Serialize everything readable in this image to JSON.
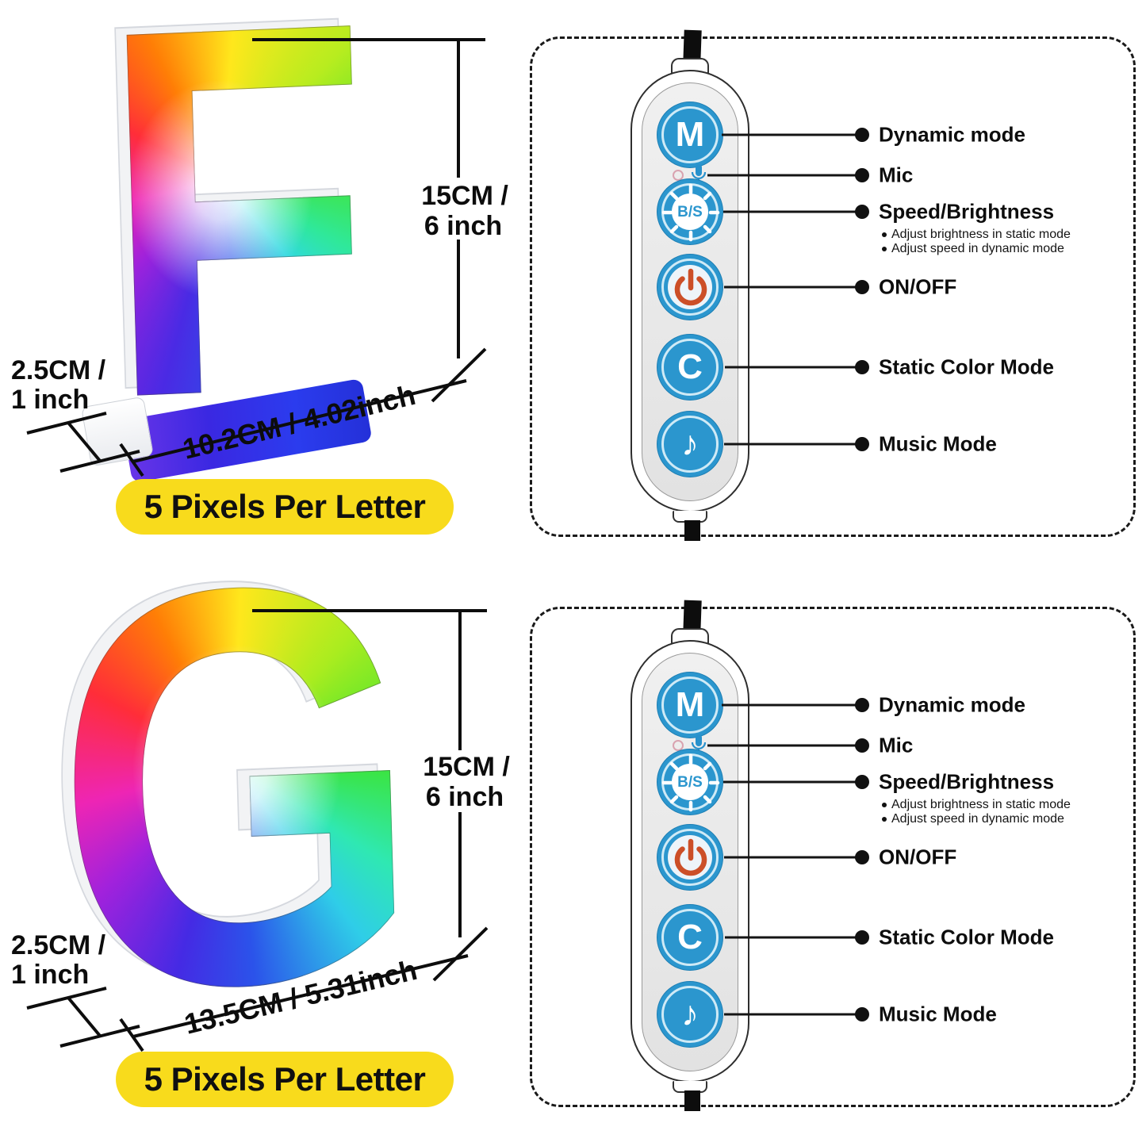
{
  "panels": {
    "letter_f": {
      "glyph": "F",
      "height": {
        "line1": "15CM /",
        "line2": "6 inch"
      },
      "depth": {
        "line1": "2.5CM /",
        "line2": "1 inch"
      },
      "width_label": "10.2CM / 4.02inch",
      "badge": "5 Pixels Per Letter"
    },
    "letter_g": {
      "glyph": "G",
      "height": {
        "line1": "15CM /",
        "line2": "6 inch"
      },
      "depth": {
        "line1": "2.5CM /",
        "line2": "1 inch"
      },
      "width_label": "13.5CM / 5.31inch",
      "badge": "5 Pixels Per Letter"
    },
    "remote": {
      "buttons": {
        "mode_glyph": "M",
        "brightness_speed_glyph": "B/S",
        "color_glyph": "C",
        "music_glyph": "♪"
      },
      "labels": {
        "dynamic": "Dynamic mode",
        "mic": "Mic",
        "speed": "Speed/Brightness",
        "speed_notes": [
          "Adjust brightness in static mode",
          "Adjust speed in dynamic mode"
        ],
        "power": "ON/OFF",
        "static_color": "Static Color Mode",
        "music": "Music Mode"
      },
      "colors": {
        "button_blue": "#2B96CE",
        "power_orange": "#CC4F28",
        "badge_yellow": "#F8DB1C"
      }
    }
  }
}
